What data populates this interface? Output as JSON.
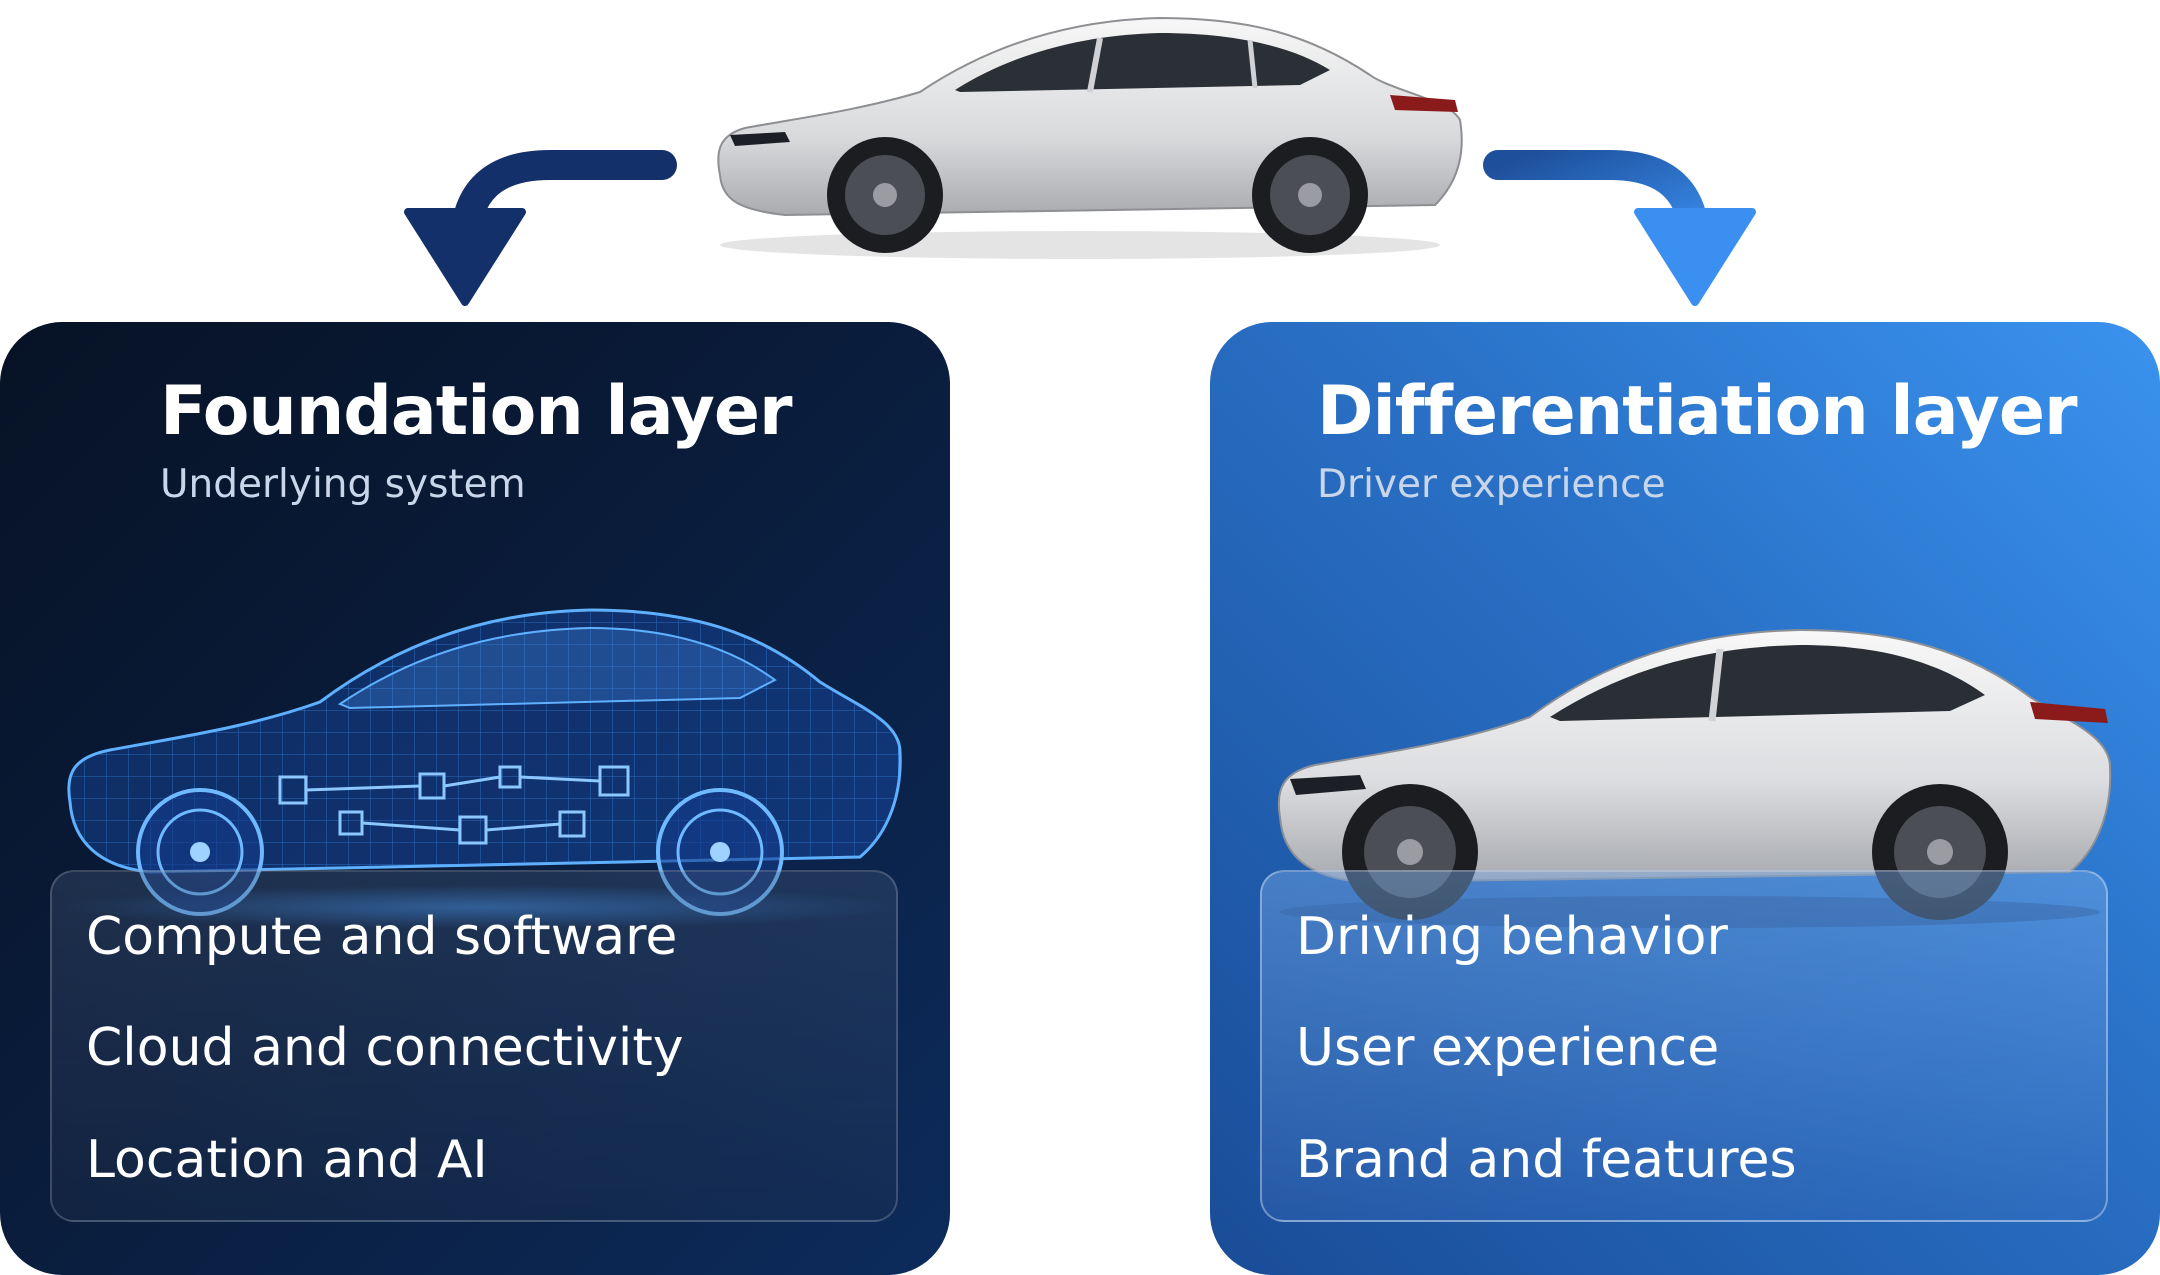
{
  "foundation": {
    "title": "Foundation layer",
    "subtitle": "Underlying system",
    "items": [
      "Compute and software",
      "Cloud and connectivity",
      "Location and AI"
    ],
    "icon": "wireframe-car-image"
  },
  "differentiation": {
    "title": "Differentiation layer",
    "subtitle": "Driver experience",
    "items": [
      "Driving behavior",
      "User experience",
      "Brand and features"
    ],
    "icon": "silver-car-image"
  },
  "top": {
    "icon": "silver-car-image"
  },
  "colors": {
    "foundation_dark": "#071225",
    "foundation_mid": "#0c2b5c",
    "differentiation_light": "#3a93ef",
    "differentiation_dark": "#194c97",
    "arrow_left": "#13306a",
    "arrow_right": "#2f7fe0",
    "wireframe": "#3f9bff"
  }
}
